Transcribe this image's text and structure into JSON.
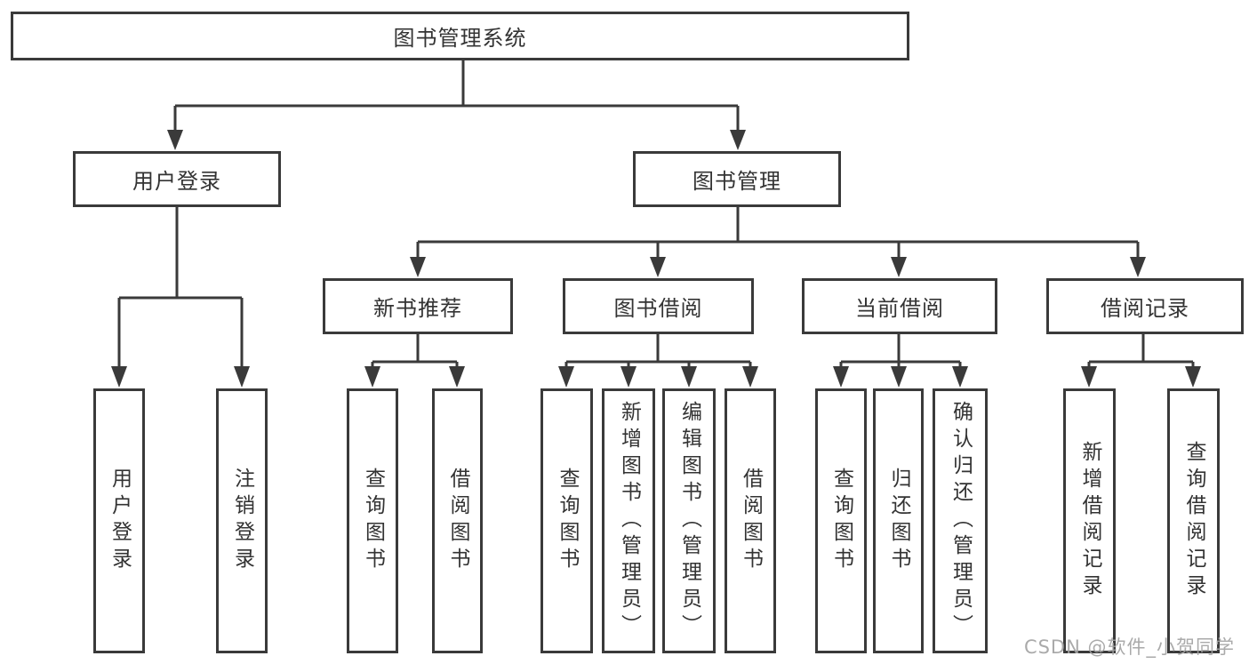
{
  "tree": {
    "label": "图书管理系统",
    "children": [
      {
        "label": "用户登录",
        "children": [
          {
            "label": "用户登录"
          },
          {
            "label": "注销登录"
          }
        ]
      },
      {
        "label": "图书管理",
        "children": [
          {
            "label": "新书推荐",
            "children": [
              {
                "label": "查询图书"
              },
              {
                "label": "借阅图书"
              }
            ]
          },
          {
            "label": "图书借阅",
            "children": [
              {
                "label": "查询图书"
              },
              {
                "label": "新增图书（管理员）"
              },
              {
                "label": "编辑图书（管理员）"
              },
              {
                "label": "借阅图书"
              }
            ]
          },
          {
            "label": "当前借阅",
            "children": [
              {
                "label": "查询图书"
              },
              {
                "label": "归还图书"
              },
              {
                "label": "确认归还（管理员）"
              }
            ]
          },
          {
            "label": "借阅记录",
            "children": [
              {
                "label": "新增借阅记录"
              },
              {
                "label": "查询借阅记录"
              }
            ]
          }
        ]
      }
    ]
  },
  "watermark": {
    "text": "CSDN @软件_小贺同学"
  },
  "colors": {
    "line": "#3a3a3a",
    "box_border": "#3a3a3a",
    "box_fill": "#ffffff",
    "text": "#333333",
    "watermark": "#a3a3a3",
    "background": "#ffffff"
  }
}
